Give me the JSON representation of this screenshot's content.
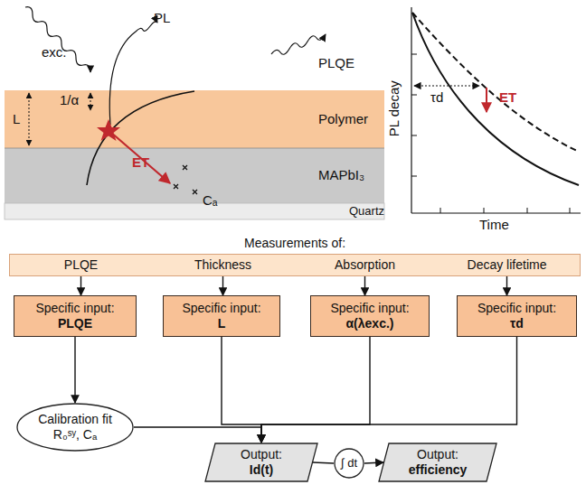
{
  "diagram": {
    "nodes": [
      {
        "text": [
          "Measurements of:"
        ]
      },
      {
        "text": [
          "PLQE"
        ],
        "in": 0
      },
      {
        "text": [
          "Thickness"
        ],
        "in": 0
      },
      {
        "text": [
          "Absorption"
        ],
        "in": 0
      },
      {
        "text": [
          "Decay lifetime"
        ],
        "in": 0
      },
      {
        "text": [
          "Specific input:",
          "PLQE"
        ]
      },
      {
        "text": [
          "Specific input:",
          "L"
        ]
      },
      {
        "text": [
          "Specific input:",
          "α(λexc.)"
        ]
      },
      {
        "text": [
          "Specific input:",
          "τd"
        ]
      },
      {
        "text": [
          "Calibration fit R₀ˢʸ, Cₐ"
        ]
      },
      {
        "text": [
          "Output:",
          "Id(t)"
        ]
      },
      {
        "text": [
          "∫ dt"
        ]
      },
      {
        "text": [
          "Output:",
          "efficiency"
        ]
      }
    ],
    "edges": [
      {
        "from": 1,
        "to": 5,
        "arrow": "to"
      },
      {
        "from": 2,
        "to": 6,
        "arrow": "to"
      },
      {
        "from": 3,
        "to": 7,
        "arrow": "to"
      },
      {
        "from": 4,
        "to": 8,
        "arrow": "to"
      },
      {
        "from": 5,
        "to": 9,
        "arrow": "to"
      },
      {
        "from": 9,
        "to": 10,
        "arrow": "to"
      },
      {
        "from": 6,
        "to": 10,
        "arrow": "to"
      },
      {
        "from": 7,
        "to": 10,
        "arrow": "to"
      },
      {
        "from": 8,
        "to": 10,
        "arrow": "to"
      },
      {
        "from": 10,
        "to": 11,
        "arrow": "none"
      },
      {
        "from": 11,
        "to": 12,
        "arrow": "to"
      }
    ],
    "labels": [
      "exc.",
      "PL",
      "PLQE",
      "L",
      "1/α",
      "ET",
      "Cₐ",
      "Polymer",
      "MAPbI₃",
      "Quartz",
      "PL decay",
      "Time",
      "τd",
      "ET"
    ]
  }
}
